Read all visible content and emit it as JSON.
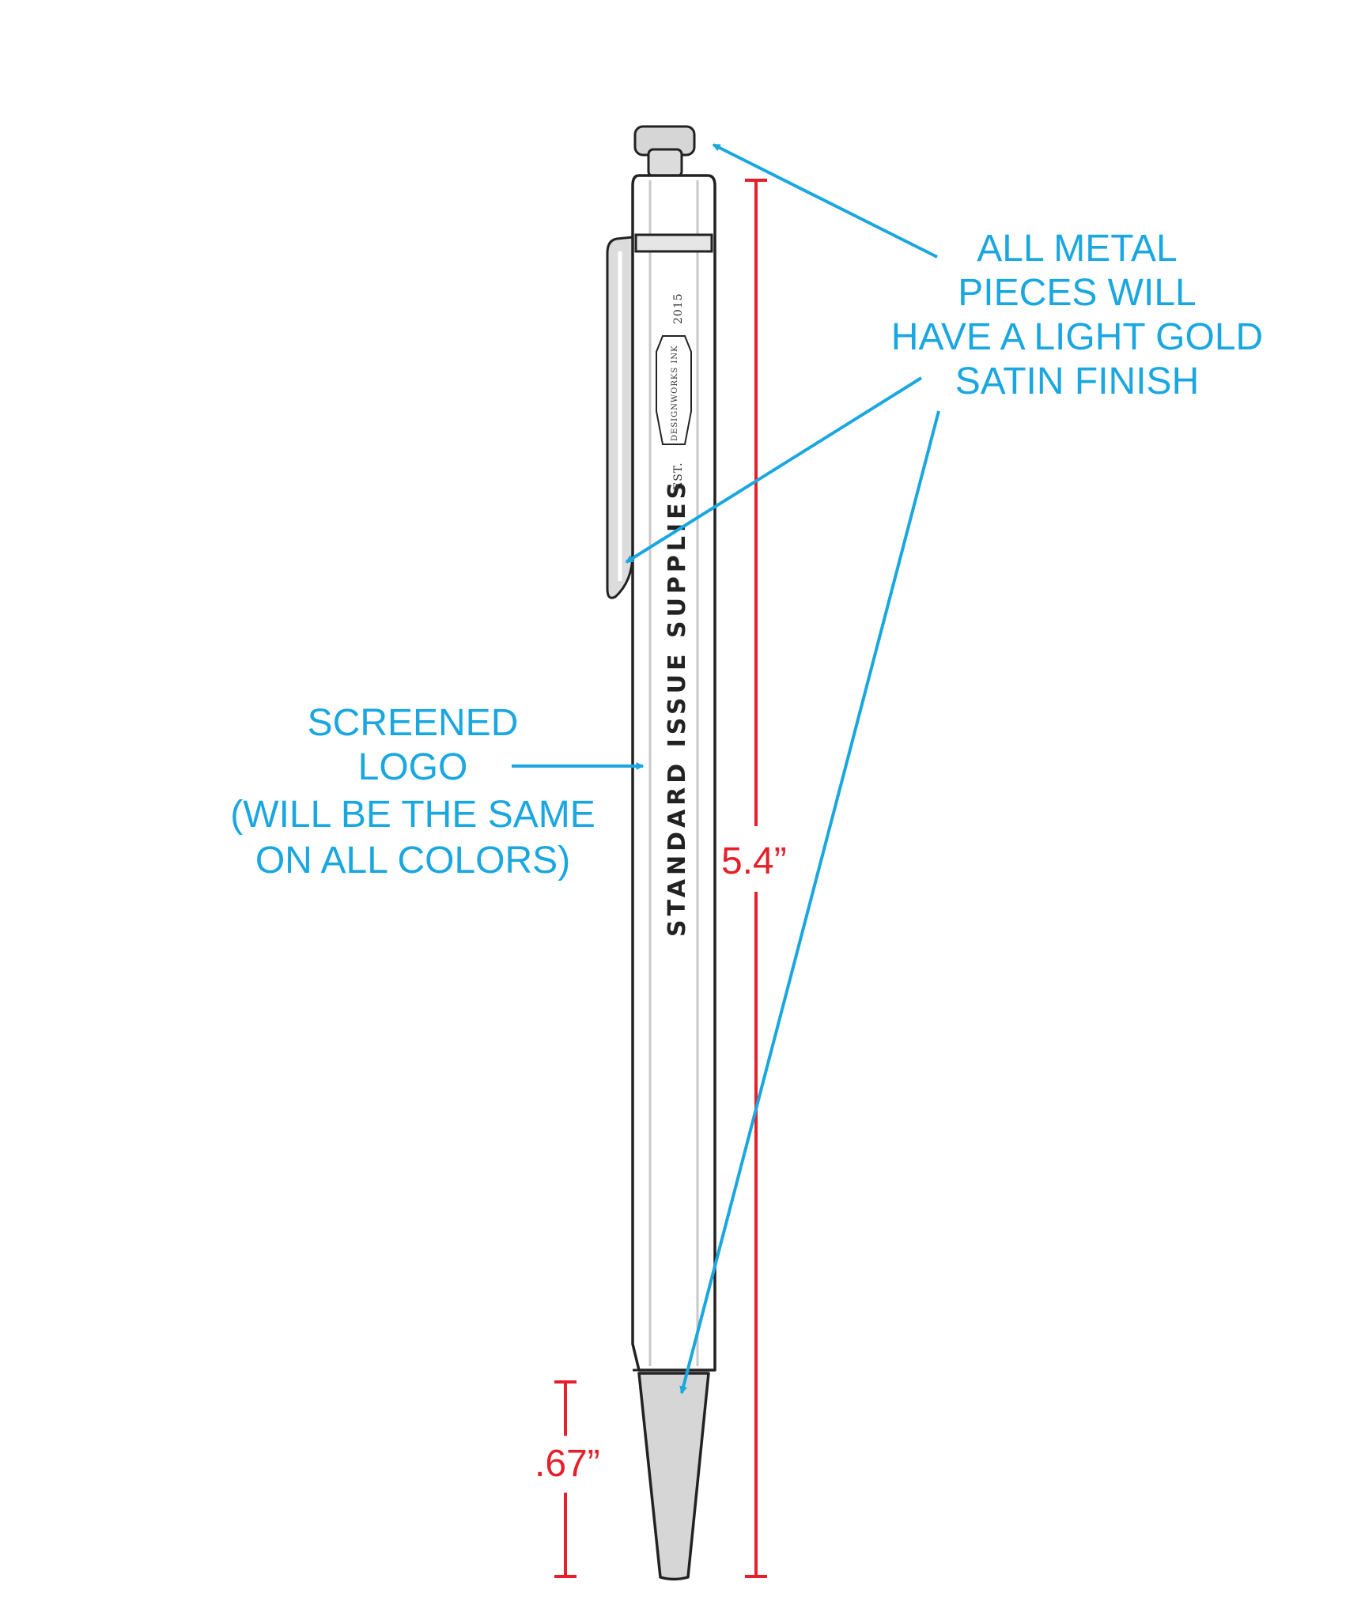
{
  "callouts": {
    "metal": [
      "ALL METAL",
      "PIECES WILL",
      "HAVE A LIGHT GOLD",
      "SATIN FINISH"
    ],
    "logo": [
      "SCREENED",
      "LOGO",
      "(WILL BE THE SAME",
      "ON ALL COLORS)"
    ]
  },
  "dimensions": {
    "body_length": "5.4”",
    "tip_length": ".67”"
  },
  "pen_text": {
    "brand": "STANDARD ISSUE SUPPLIES",
    "est": "EST.",
    "maker": "DESIGNWORKS INK",
    "year": "2015"
  },
  "colors": {
    "callout": "#1aa7e0",
    "dimension": "#e5202a",
    "outline": "#222222",
    "metal": "#d6d6d6"
  }
}
